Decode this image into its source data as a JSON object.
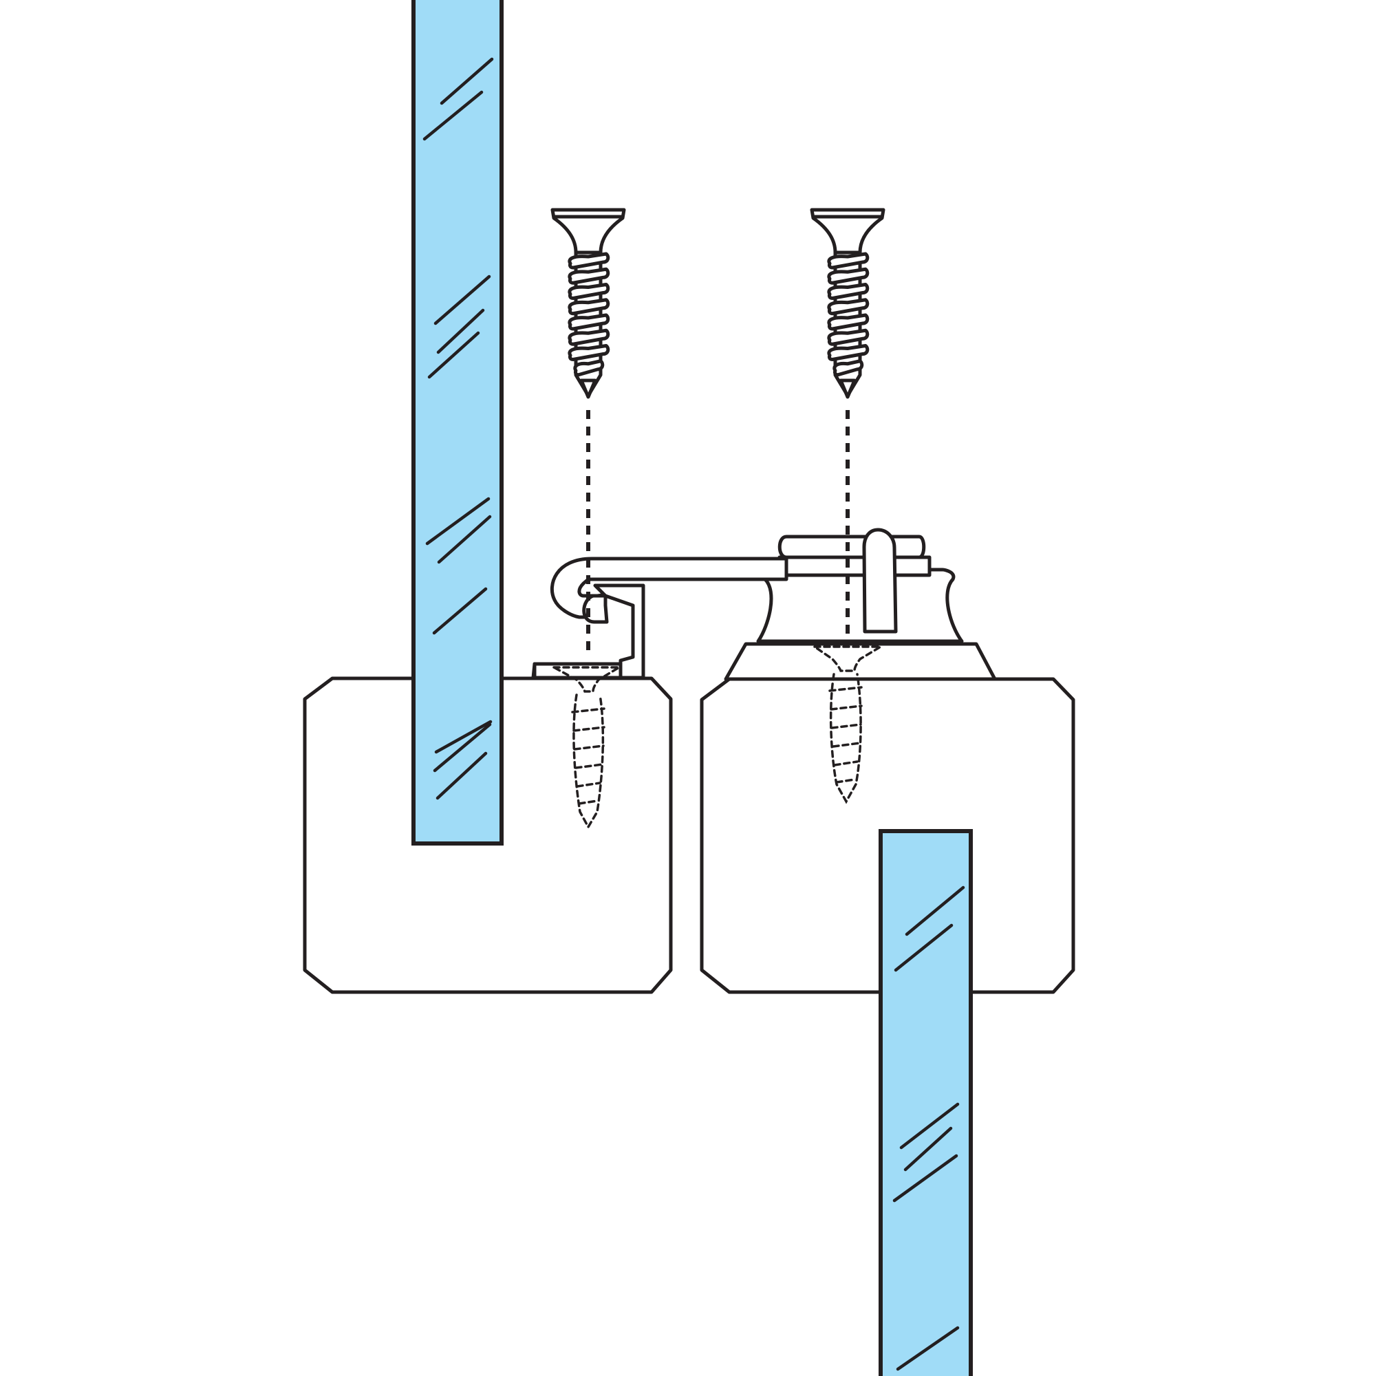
{
  "diagram": {
    "kind": "window sash lock installation",
    "colors": {
      "glass": "#a0dcf7",
      "outline": "#231f20",
      "background": "#ffffff",
      "fill": "#ffffff"
    },
    "parts": {
      "screws": [
        "wood-screw-left",
        "wood-screw-right"
      ],
      "lock_pieces": [
        "sash-lock-keeper",
        "sash-lock-cam-body"
      ],
      "sashes": [
        "upper-sash-meeting-rail",
        "lower-sash-meeting-rail"
      ],
      "glass_panes": [
        "upper-glass-pane",
        "lower-glass-pane"
      ]
    },
    "alignment_guides": 2,
    "screw_thread_turns": 8
  }
}
